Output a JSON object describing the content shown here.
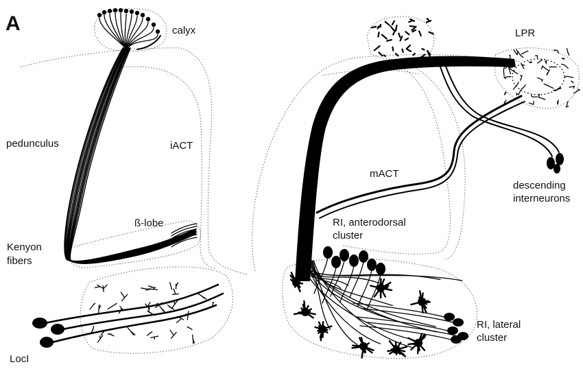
{
  "panel_label": "A",
  "labels": {
    "calyx": "calyx",
    "pedunculus": "pedunculus",
    "iact": "iACT",
    "beta_lobe": "ß-lobe",
    "kenyon_1": "Kenyon",
    "kenyon_2": "fibers",
    "locl": "LocI",
    "lpr": "LPR",
    "mact": "mACT",
    "descending_1": "descending",
    "descending_2": "interneurons",
    "ri_ad_1": "RI, anterodorsal",
    "ri_ad_2": "cluster",
    "ri_lat_1": "RI, lateral",
    "ri_lat_2": "cluster"
  }
}
